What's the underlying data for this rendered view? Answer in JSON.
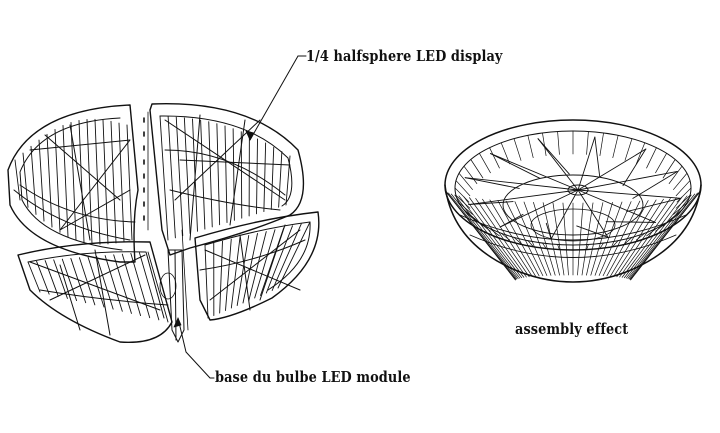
{
  "labels": {
    "quarter_display": "1/4 halfsphere LED display",
    "base_module": "base du bulbe LED module",
    "assembly": "assembly effect"
  },
  "colors": {
    "ink": "#111111",
    "background": "#ffffff"
  }
}
